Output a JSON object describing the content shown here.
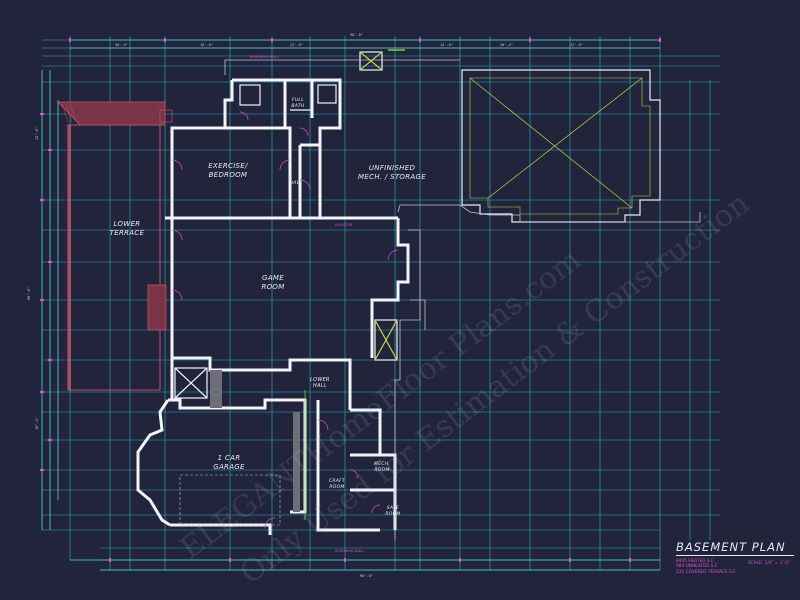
{
  "plan": {
    "title": "BASEMENT PLAN",
    "scale": "SCALE: 1/4\" = 1'-0\"",
    "area_lines": [
      "8445 HEATED S.F.",
      "984 UNHEATED S.F.",
      "535 COVERED TERRACE S.F."
    ]
  },
  "rooms": {
    "exercise": "EXERCISE/",
    "bedroom": "BEDROOM",
    "unfinished": "UNFINISHED",
    "mech_storage": "MECH. / STORAGE",
    "full_bath": "FULL",
    "bath": "BATH",
    "hall": "HALL",
    "lower_terrace_1": "LOWER",
    "lower_terrace_2": "TERRACE",
    "game_1": "GAME",
    "game_2": "ROOM",
    "lower_hall_1": "LOWER",
    "lower_hall_2": "HALL",
    "garage_1": "1 CAR",
    "garage_2": "GARAGE",
    "craft_1": "CRAFT",
    "craft_2": "ROOM",
    "mech_1": "MECH.",
    "mech_2": "ROOM",
    "safe_1": "SAFE",
    "safe_2": "ROOM"
  },
  "watermark": {
    "line1": "ELEGANTHomeFloor Plans.com",
    "line2": "Only Used for Estimation & Construction"
  },
  "dimensions": {
    "top_overall": "98'-0\"",
    "top_left": "30'-0\"",
    "top_right": "32'-0\"",
    "mid_a": "16'-0\"",
    "mid_b": "22'-0\"",
    "right_a": "14'-0\"",
    "right_b": "20'-4\"",
    "bottom_overall": "98'-0\"",
    "left_overall": "68'-0\"",
    "left_a": "12'-0\"",
    "left_b": "18'-4\""
  },
  "notes": {
    "n1": "RETAINING WALL",
    "n2": "ELEVATOR",
    "n3": "RETAINING WALL"
  },
  "colors": {
    "background": "#21243b",
    "wall": "#f2f3f7",
    "dimension_line": "#1fb7c8",
    "grid_line": "#2ec8d8",
    "annotation": "#d94fd0",
    "slab": "#c6d24a",
    "hatch": "#c44e6a"
  }
}
